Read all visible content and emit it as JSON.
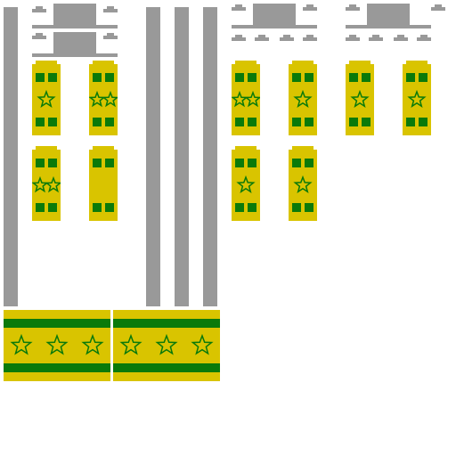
{
  "sheet": {
    "description_tiles": [
      {
        "kind": "roof-piece",
        "count": 6
      },
      {
        "kind": "pole",
        "count": 4
      },
      {
        "kind": "uniform-patch",
        "count": 10
      },
      {
        "kind": "flag-banner",
        "count": 2
      }
    ]
  },
  "colors": {
    "gray": "#999999",
    "yellow": "#d9c400",
    "green": "#0a7a0a",
    "white": "#ffffff"
  },
  "icons": {
    "star": "star-icon",
    "roof": "roof-icon",
    "pole": "pole-icon",
    "patch": "patch-icon",
    "banner": "banner-icon"
  },
  "patches": [
    {
      "id": "p1",
      "stars": 1
    },
    {
      "id": "p2",
      "stars": 2
    },
    {
      "id": "p3",
      "stars": 2
    },
    {
      "id": "p4",
      "stars": 0
    },
    {
      "id": "p5",
      "stars": 2
    },
    {
      "id": "p6",
      "stars": 1
    },
    {
      "id": "p7",
      "stars": 1
    },
    {
      "id": "p8",
      "stars": 1
    },
    {
      "id": "p9",
      "stars": 1
    },
    {
      "id": "p10",
      "stars": 1
    }
  ],
  "banners": [
    {
      "id": "b1",
      "stars": 3
    },
    {
      "id": "b2",
      "stars": 3
    }
  ]
}
